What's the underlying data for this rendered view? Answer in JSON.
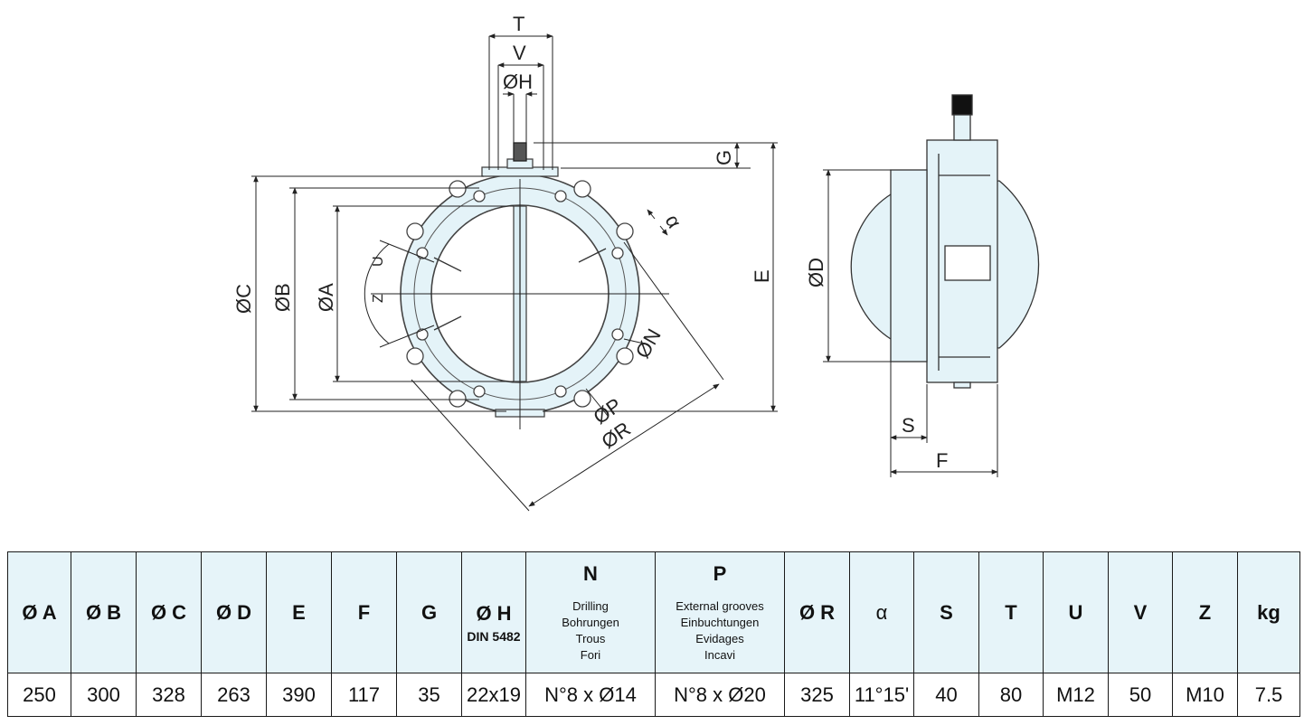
{
  "drawing": {
    "labels": {
      "T": "T",
      "V": "V",
      "H": "ØH",
      "G": "G",
      "C": "ØC",
      "B": "ØB",
      "A": "ØA",
      "E": "E",
      "U": "U",
      "Z": "Z",
      "alpha": "α",
      "N": "ØN",
      "P": "ØP",
      "R": "ØR",
      "D": "ØD",
      "S": "S",
      "F": "F"
    }
  },
  "table": {
    "headers": [
      {
        "key": "A",
        "label": "Ø A"
      },
      {
        "key": "B",
        "label": "Ø B"
      },
      {
        "key": "C",
        "label": "Ø C"
      },
      {
        "key": "D",
        "label": "Ø D"
      },
      {
        "key": "E",
        "label": "E"
      },
      {
        "key": "F",
        "label": "F"
      },
      {
        "key": "G",
        "label": "G"
      },
      {
        "key": "H",
        "label": "Ø H",
        "sub": "DIN 5482"
      },
      {
        "key": "N",
        "label": "N",
        "lines": [
          "Drilling",
          "Bohrungen",
          "Trous",
          "Fori"
        ]
      },
      {
        "key": "P",
        "label": "P",
        "lines": [
          "External grooves",
          "Einbuchtungen",
          "Evidages",
          "Incavi"
        ]
      },
      {
        "key": "R",
        "label": "Ø R"
      },
      {
        "key": "alpha",
        "label": "α"
      },
      {
        "key": "S",
        "label": "S"
      },
      {
        "key": "T",
        "label": "T"
      },
      {
        "key": "U",
        "label": "U"
      },
      {
        "key": "V",
        "label": "V"
      },
      {
        "key": "Z",
        "label": "Z"
      },
      {
        "key": "kg",
        "label": "kg"
      }
    ],
    "values": [
      "250",
      "300",
      "328",
      "263",
      "390",
      "117",
      "35",
      "22x19",
      "N°8 x Ø14",
      "N°8 x Ø20",
      "325",
      "11°15'",
      "40",
      "80",
      "M12",
      "50",
      "M10",
      "7.5"
    ]
  }
}
